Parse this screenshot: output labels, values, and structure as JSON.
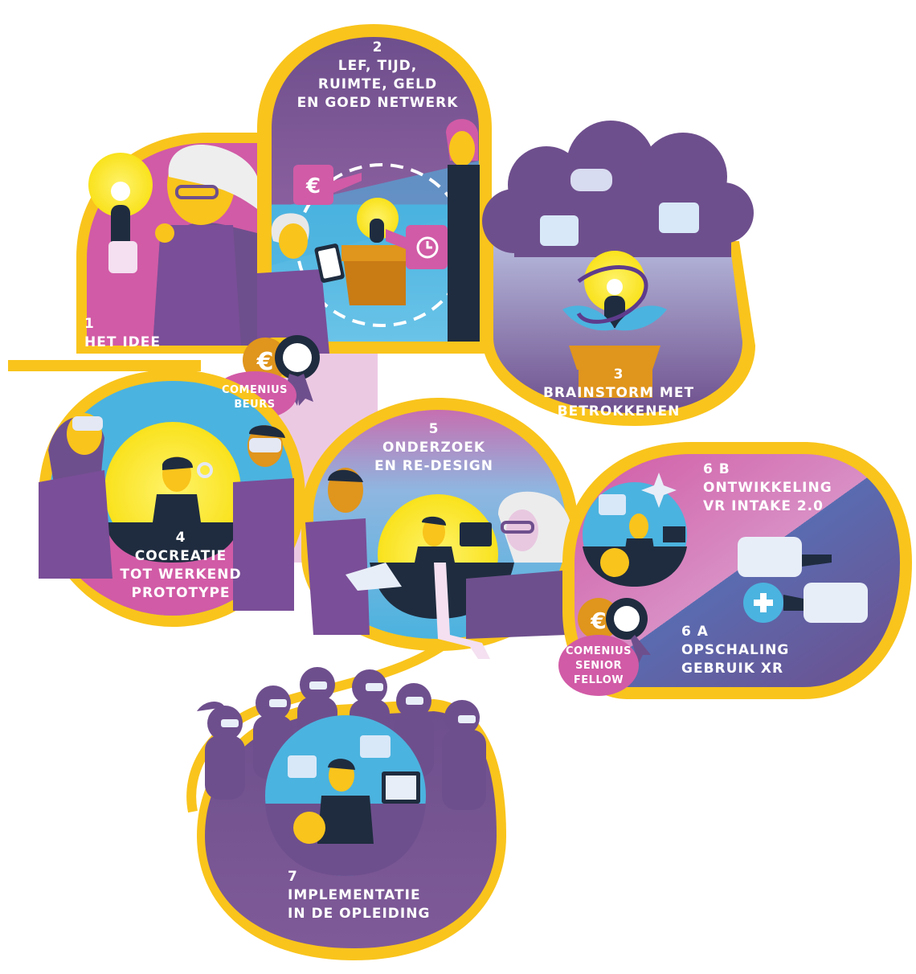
{
  "steps": {
    "s1": {
      "number": "1",
      "title": [
        "HET IDEE"
      ]
    },
    "s2": {
      "number": "2",
      "title": [
        "LEF, TIJD,",
        "RUIMTE, GELD",
        "EN GOED NETWERK"
      ]
    },
    "s3": {
      "number": "3",
      "title": [
        "BRAINSTORM MET",
        "BETROKKENEN"
      ]
    },
    "s4": {
      "number": "4",
      "title": [
        "COCREATIE",
        "TOT WERKEND",
        "PROTOTYPE"
      ]
    },
    "s5": {
      "number": "5",
      "title": [
        "ONDERZOEK",
        "EN RE-DESIGN"
      ]
    },
    "s6b": {
      "number": "6 B",
      "title": [
        "ONTWIKKELING",
        "VR INTAKE 2.0"
      ]
    },
    "s6a": {
      "number": "6 A",
      "title": [
        "OPSCHALING",
        "GEBRUIK XR"
      ]
    },
    "s7": {
      "number": "7",
      "title": [
        "IMPLEMENTATIE",
        "IN DE OPLEIDING"
      ]
    }
  },
  "badges": {
    "beurs": [
      "COMENIUS",
      "BEURS"
    ],
    "fellow": [
      "COMENIUS",
      "SENIOR",
      "FELLOW"
    ]
  },
  "symbols": {
    "euro": "€"
  },
  "colors": {
    "yellow": "#f9c41c",
    "purple": "#6e4f8d",
    "magenta": "#d15ba6",
    "blue": "#4bb3df",
    "dark": "#1f2c3f",
    "lavender": "#ecc9e3"
  }
}
